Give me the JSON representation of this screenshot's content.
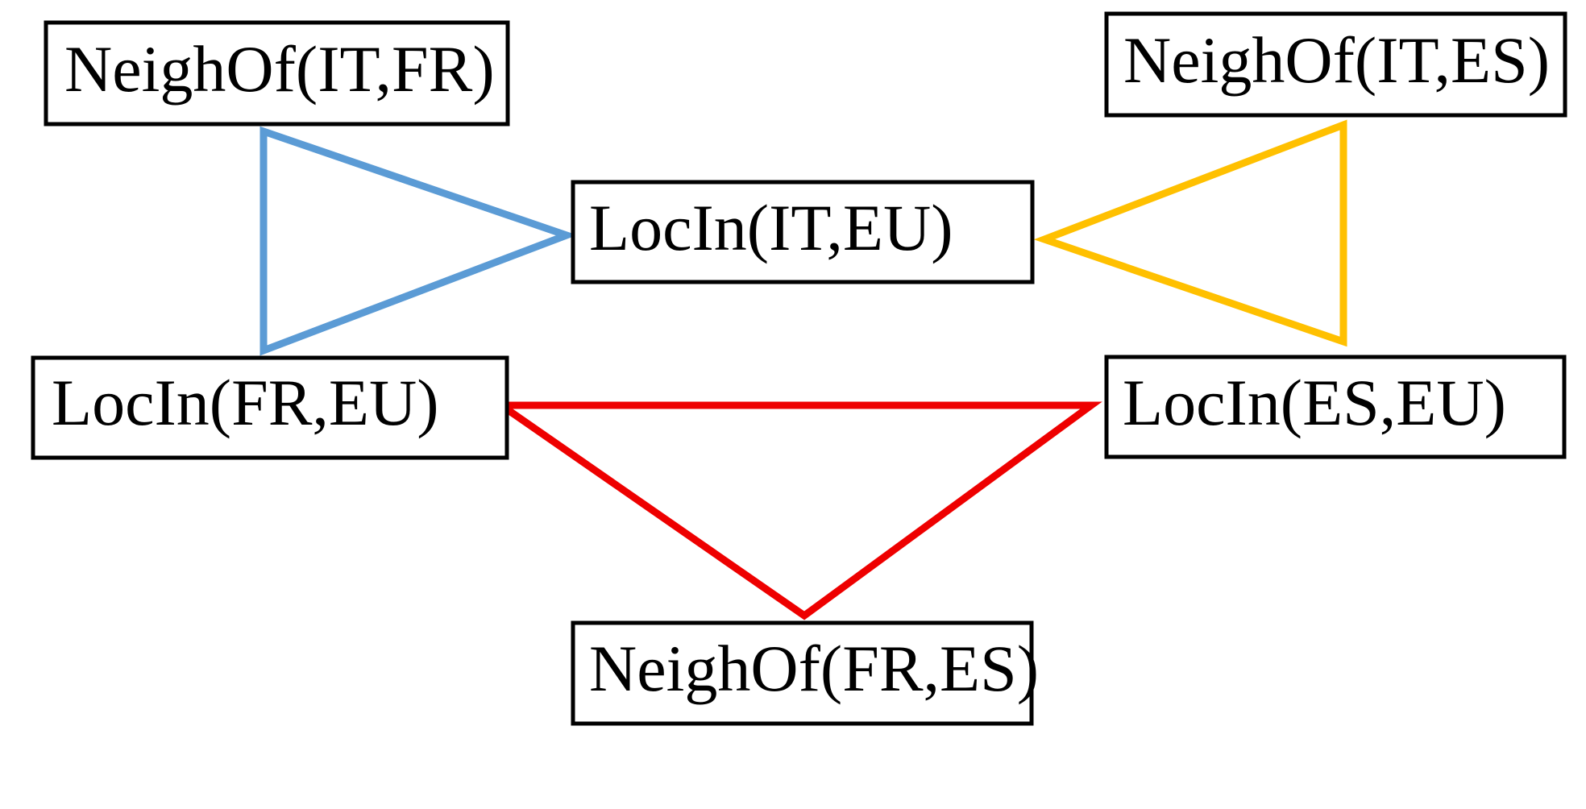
{
  "nodes": {
    "neigh_it_fr": "NeighOf(IT,FR)",
    "neigh_it_es": "NeighOf(IT,ES)",
    "locin_it_eu": "LocIn(IT,EU)",
    "locin_fr_eu": "LocIn(FR,EU)",
    "locin_es_eu": "LocIn(ES,EU)",
    "neigh_fr_es": "NeighOf(FR,ES)"
  },
  "colors": {
    "blue_triangle": "#5b9bd5",
    "yellow_triangle": "#ffc000",
    "red_triangle": "#ee0000"
  }
}
